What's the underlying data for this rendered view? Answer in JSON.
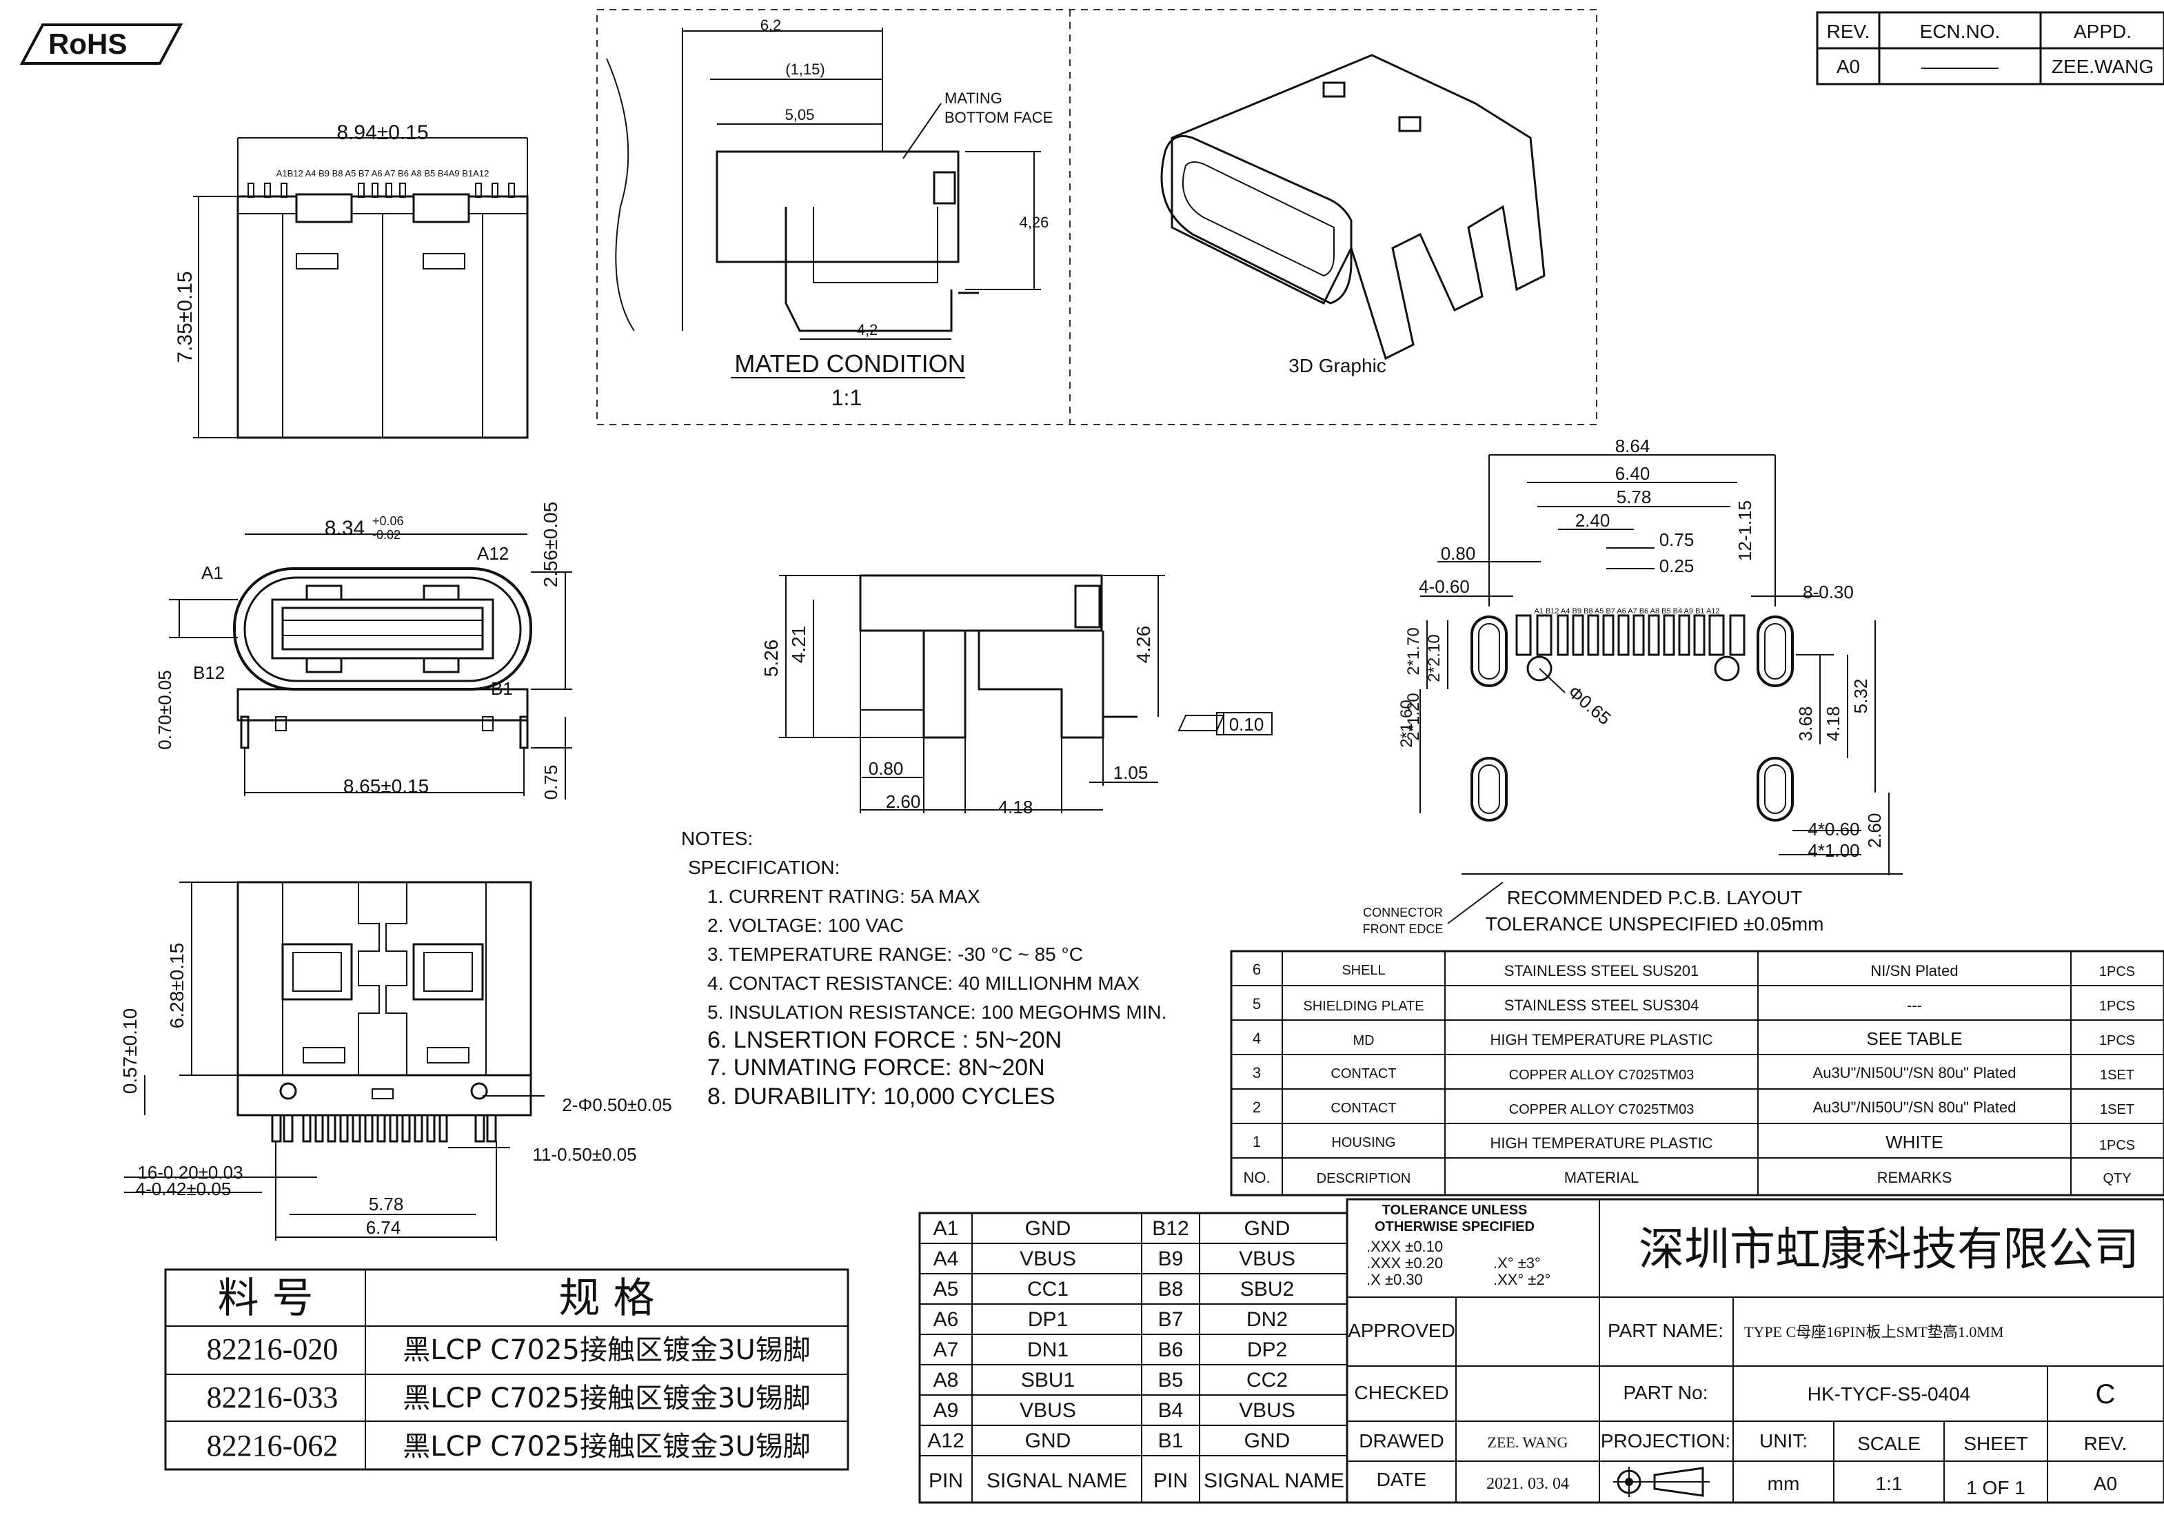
{
  "rohs": "RoHS",
  "revision_block": {
    "headers": [
      "REV.",
      "ECN.NO.",
      "APPD."
    ],
    "row": [
      "A0",
      "————",
      "ZEE.WANG"
    ]
  },
  "views": {
    "mated_title": "MATED  CONDITION",
    "mated_scale": "1:1",
    "mating_face": "MATING",
    "mating_face_2": "BOTTOM  FACE",
    "graphic_title": "3D Graphic",
    "pcb_title": "RECOMMENDED  P.C.B. LAYOUT",
    "pcb_tolerance": "TOLERANCE UNSPECIFIED ±0.05mm",
    "connector_front": "CONNECTOR",
    "connector_front_2": "FRONT EDCE"
  },
  "pin_top_label": "A1B12 A4 B9  B8  A5  B7  A6  A7  B6  A8  B5  B4A9  B1A12",
  "pcb_pin_label": "A1 B12 A4 B9  B8  A5  B7  A6  A7  B6  A8  B5  B4 A9  B1 A12",
  "dims": {
    "top_w": "8.94±0.15",
    "top_h": "7.35±0.15",
    "front_w": "8.34",
    "front_w_tol_up": "+0.06",
    "front_w_tol_dn": "-0.02",
    "front_h": "2.56±0.05",
    "front_a1": "A1",
    "front_a12": "A12",
    "front_b12": "B12",
    "front_b1": "B1",
    "front_off": "0.70±0.05",
    "front_foot": "0.75",
    "front_bw": "8.65±0.15",
    "m_62": "6,2",
    "m_115": "(1,15)",
    "m_505": "5,05",
    "m_426": "4,26",
    "m_42": "4,2",
    "s_526": "5.26",
    "s_421": "4.21",
    "s_426": "4.26",
    "s_080": "0.80",
    "s_260": "2.60",
    "s_418": "4.18",
    "s_105": "1.05",
    "s_flat": "0.10",
    "b_628": "6.28±0.15",
    "b_057": "0.57±0.10",
    "b_holes": "2-Φ0.50±0.05",
    "b_pins": "11-0.50±0.05",
    "b_16": "16-0.20±0.03",
    "b_4": "4-0.42±0.05",
    "b_578": "5.78",
    "b_674": "6.74",
    "p_864": "8.64",
    "p_640": "6.40",
    "p_578": "5.78",
    "p_240": "2.40",
    "p_075": "0.75",
    "p_025": "0.25",
    "p_080": "0.80",
    "p_4060": "4-0.60",
    "p_8030": "8-0.30",
    "p_12115": "12-1.15",
    "p_2170": "2*1.70",
    "p_2210": "2*2.10",
    "p_2160": "2*1.60",
    "p_2120": "2*1.20",
    "p_phi": "Φ0.65",
    "p_368": "3.68",
    "p_418": "4.18",
    "p_532": "5.32",
    "p_260": "2.60",
    "p_4060b": "4*0.60",
    "p_4100": "4*1.00"
  },
  "notes": {
    "title": "NOTES:",
    "spec": "SPECIFICATION:",
    "items": [
      "1. CURRENT RATING: 5A MAX",
      "2. VOLTAGE: 100 VAC",
      "3. TEMPERATURE RANGE: -30 °C ~ 85 °C",
      "4. CONTACT RESISTANCE: 40 MILLIONHM MAX",
      "5. INSULATION RESISTANCE: 100 MEGOHMS MIN.",
      "6. LNSERTION  FORCE : 5N~20N",
      "7. UNMATING  FORCE: 8N~20N",
      "8. DURABILITY:   10,000 CYCLES"
    ]
  },
  "bom": {
    "rows": [
      [
        "6",
        "SHELL",
        "STAINLESS STEEL SUS201",
        "NI/SN  Plated",
        "1PCS"
      ],
      [
        "5",
        "SHIELDING PLATE",
        "STAINLESS STEEL SUS304",
        "---",
        "1PCS"
      ],
      [
        "4",
        "MD",
        "HIGH TEMPERATURE PLASTIC",
        "SEE TABLE",
        "1PCS"
      ],
      [
        "3",
        "CONTACT",
        "COPPER ALLOY C7025TM03",
        "Au3U\"/NI50U\"/SN 80u\" Plated",
        "1SET"
      ],
      [
        "2",
        "CONTACT",
        "COPPER ALLOY C7025TM03",
        "Au3U\"/NI50U\"/SN 80u\" Plated",
        "1SET"
      ],
      [
        "1",
        "HOUSING",
        "HIGH TEMPERATURE PLASTIC",
        "WHITE",
        "1PCS"
      ]
    ],
    "header": [
      "NO.",
      "DESCRIPTION",
      "MATERIAL",
      "REMARKS",
      "QTY"
    ]
  },
  "part_table": {
    "header": [
      "料 号",
      "规 格"
    ],
    "rows": [
      [
        "82216-020",
        "黑LCP C7025接触区镀金3U锡脚"
      ],
      [
        "82216-033",
        "黑LCP C7025接触区镀金3U锡脚"
      ],
      [
        "82216-062",
        "黑LCP C7025接触区镀金3U锡脚"
      ]
    ]
  },
  "pin_table": {
    "rows": [
      [
        "A1",
        "GND",
        "B12",
        "GND"
      ],
      [
        "A4",
        "VBUS",
        "B9",
        "VBUS"
      ],
      [
        "A5",
        "CC1",
        "B8",
        "SBU2"
      ],
      [
        "A6",
        "DP1",
        "B7",
        "DN2"
      ],
      [
        "A7",
        "DN1",
        "B6",
        "DP2"
      ],
      [
        "A8",
        "SBU1",
        "B5",
        "CC2"
      ],
      [
        "A9",
        "VBUS",
        "B4",
        "VBUS"
      ],
      [
        "A12",
        "GND",
        "B1",
        "GND"
      ]
    ],
    "footer": [
      "PIN",
      "SIGNAL NAME",
      "PIN",
      "SIGNAL NAME"
    ]
  },
  "title_block": {
    "tol_head_1": "TOLERANCE UNLESS",
    "tol_head_2": "OTHERWISE SPECIFIED",
    "tol_1": ".XXX  ±0.10",
    "tol_2": ".XXX  ±0.20",
    "tol_3": ".X    ±0.30",
    "tol_4": ".X°   ±3°",
    "tol_5": ".XX°  ±2°",
    "company": "深圳市虹康科技有限公司",
    "approved": "APPROVED",
    "checked": "CHECKED",
    "drawed": "DRAWED",
    "drawer": "ZEE. WANG",
    "date_label": "DATE",
    "date": "2021. 03. 04",
    "part_name_label": "PART  NAME:",
    "part_name": "TYPE C母座16PIN板上SMT垫高1.0MM",
    "part_no_label": "PART  No:",
    "part_no": "HK-TYCF-S5-0404",
    "rev_letter": "C",
    "projection": "PROJECTION:",
    "unit_label": "UNIT:",
    "unit": "mm",
    "scale_label": "SCALE",
    "scale": "1:1",
    "sheet_label": "SHEET",
    "sheet": "1  OF  1",
    "rev_label": "REV.",
    "rev": "A0"
  }
}
